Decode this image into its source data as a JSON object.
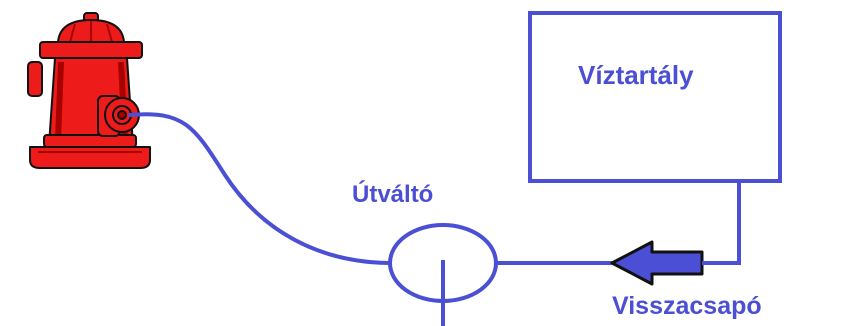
{
  "labels": {
    "tank": "Víztartály",
    "valve": "Útváltó",
    "check_valve": "Visszacsapó"
  },
  "colors": {
    "line": "#4b4fd4",
    "label_text": "#4b4fd4",
    "arrow_fill": "#4a4fd6",
    "arrow_outline": "#111111",
    "hydrant_red": "#ee1b1b",
    "hydrant_dark": "#a80000",
    "outline": "#111111",
    "background": "#ffffff"
  },
  "icons": {
    "hydrant": "fire-hydrant-icon",
    "check_valve": "left-arrow-icon"
  }
}
